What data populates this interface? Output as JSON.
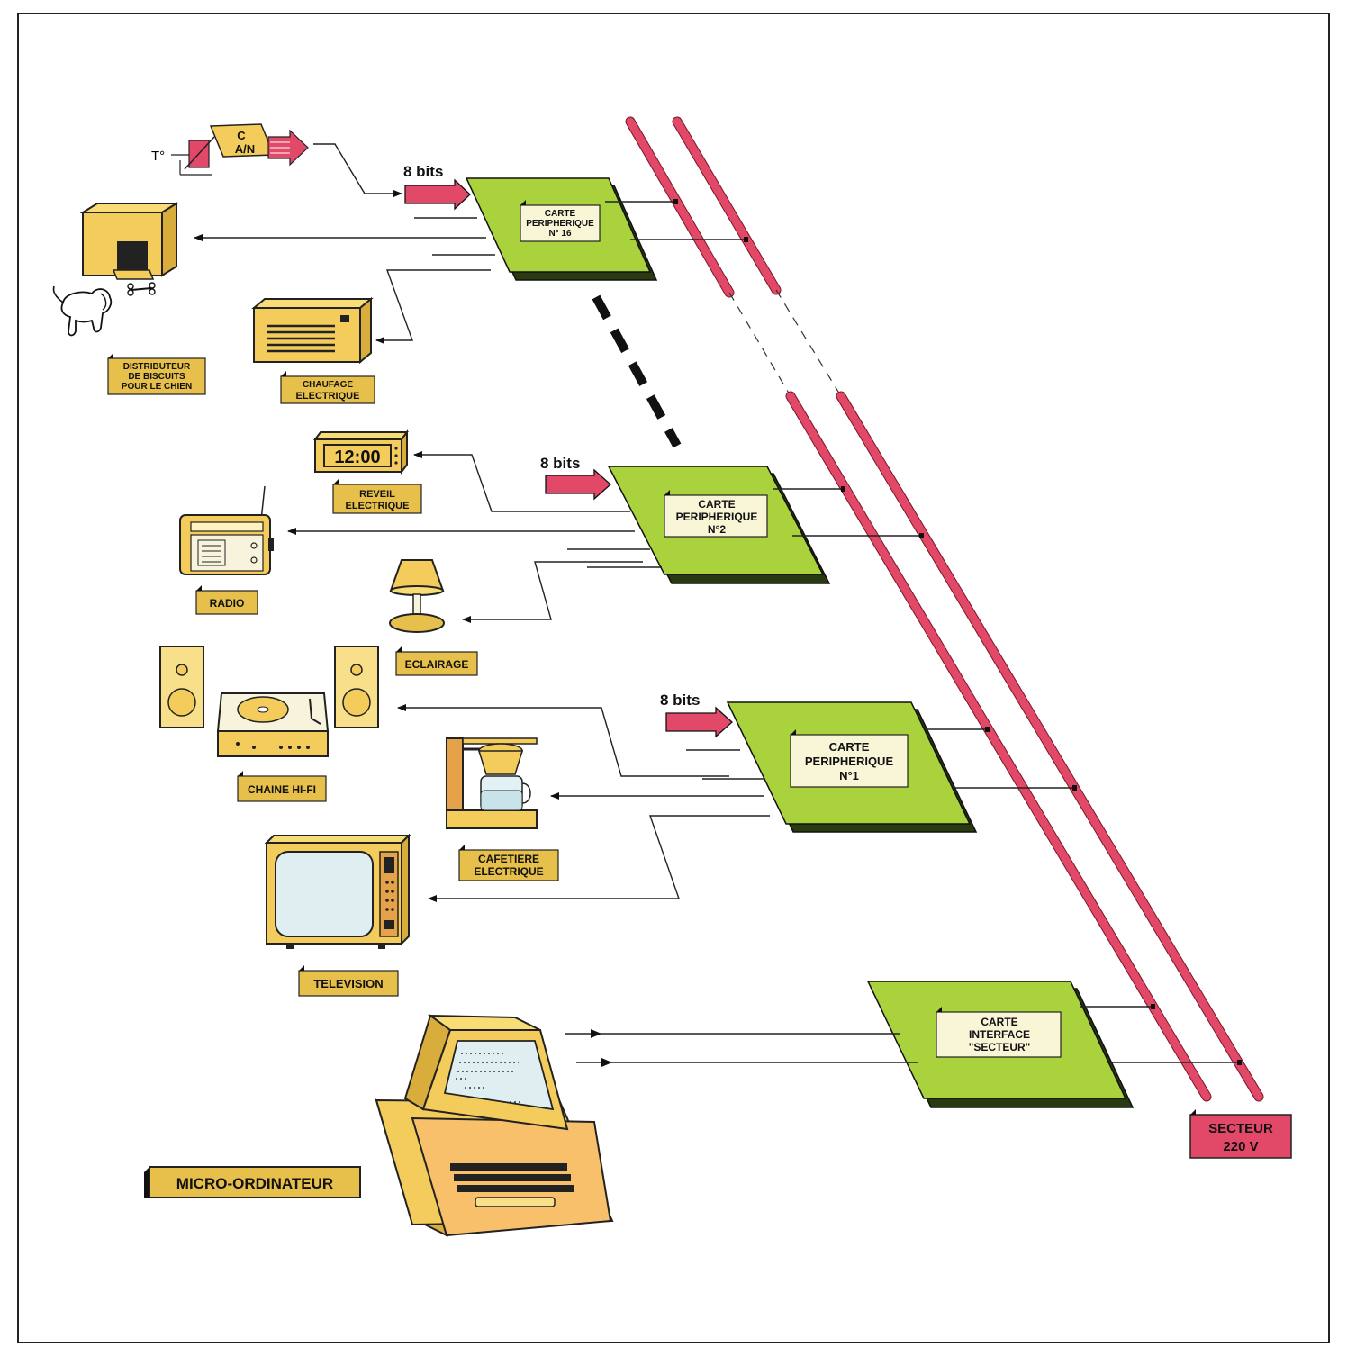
{
  "cards": {
    "card16": {
      "l1": "CARTE",
      "l2": "PERIPHERIQUE",
      "l3": "N° 16"
    },
    "card2": {
      "l1": "CARTE",
      "l2": "PERIPHERIQUE",
      "l3": "N°2"
    },
    "card1": {
      "l1": "CARTE",
      "l2": "PERIPHERIQUE",
      "l3": "N°1"
    },
    "interface": {
      "l1": "CARTE",
      "l2": "INTERFACE",
      "l3": "\"SECTEUR\""
    }
  },
  "bits": {
    "label16": "8 bits",
    "label2": "8 bits",
    "label1": "8 bits"
  },
  "converter": {
    "l1": "C",
    "l2": "A/N",
    "temp": "T°"
  },
  "clock": {
    "time": "12:00"
  },
  "labels": {
    "distributeur": {
      "l1": "DISTRIBUTEUR",
      "l2": "DE BISCUITS",
      "l3": "POUR LE CHIEN"
    },
    "chauffage": {
      "l1": "CHAUFAGE",
      "l2": "ELECTRIQUE"
    },
    "reveil": {
      "l1": "REVEIL",
      "l2": "ELECTRIQUE"
    },
    "radio": "RADIO",
    "eclairage": "ECLAIRAGE",
    "chaine": "CHAINE HI-FI",
    "cafetiere": {
      "l1": "CAFETIERE",
      "l2": "ELECTRIQUE"
    },
    "television": "TELEVISION",
    "micro": "MICRO-ORDINATEUR",
    "secteur": {
      "l1": "SECTEUR",
      "l2": "220 V"
    }
  },
  "colors": {
    "board": "#a9d23c",
    "cable": "#e24868",
    "tag": "#e6c04a",
    "appliance": "#f4cc5c"
  }
}
